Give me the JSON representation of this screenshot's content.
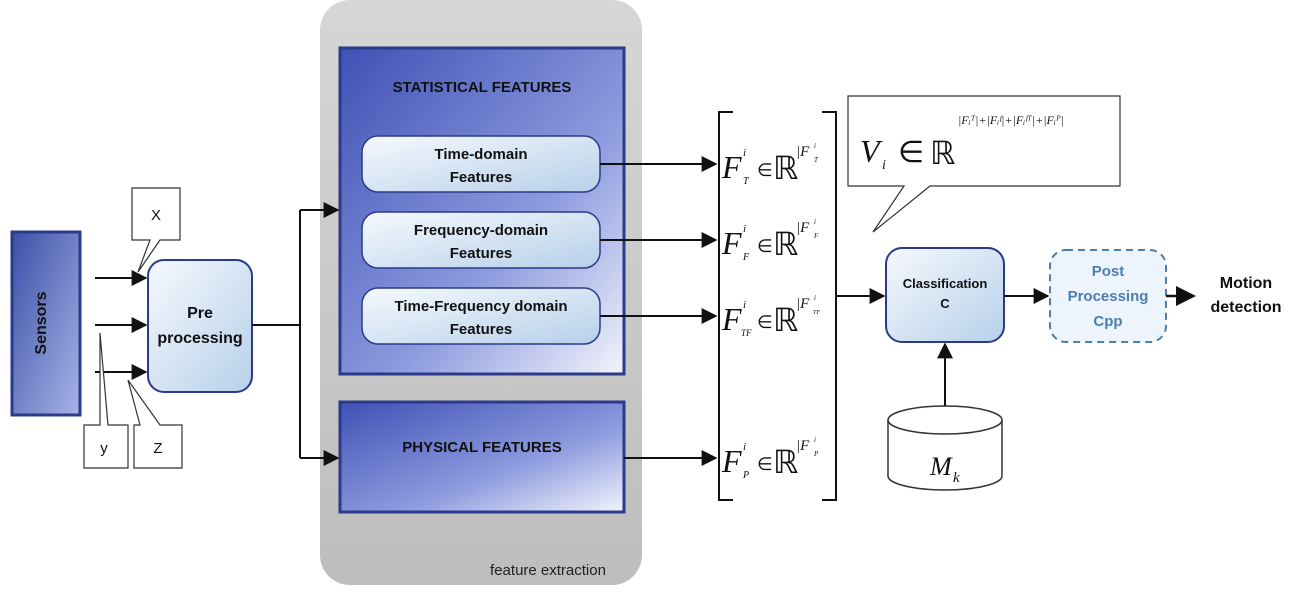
{
  "diagram": {
    "sensors": "Sensors",
    "axes": {
      "x": "X",
      "y": "y",
      "z": "Z"
    },
    "preprocessing": [
      "Pre",
      "processing"
    ],
    "statistical_features": "STATISTICAL FEATURES",
    "time_domain": [
      "Time-domain",
      "Features"
    ],
    "frequency_domain": [
      "Frequency-domain",
      "Features"
    ],
    "time_frequency_domain": [
      "Time-Frequency domain",
      "Features"
    ],
    "physical_features": "PHYSICAL FEATURES",
    "feature_extraction": "feature extraction",
    "vectors": {
      "f_t": {
        "base": "F",
        "sub": "T",
        "sup": "i",
        "in": "∈",
        "set": "ℝ",
        "card": "|F",
        "card_sub": "T",
        "card_sup": "i"
      },
      "f_f": {
        "base": "F",
        "sub": "F",
        "sup": "i",
        "in": "∈",
        "set": "ℝ",
        "card": "|F",
        "card_sub": "F",
        "card_sup": "i"
      },
      "f_tf": {
        "base": "F",
        "sub": "TF",
        "sup": "i",
        "in": "∈",
        "set": "ℝ",
        "card": "|F",
        "card_sub": "TF",
        "card_sup": "i"
      },
      "f_p": {
        "base": "F",
        "sub": "P",
        "sup": "i",
        "in": "∈",
        "set": "ℝ",
        "card": "|F",
        "card_sub": "P",
        "card_sup": "i"
      }
    },
    "callout": {
      "v": "V",
      "v_sub": "i",
      "in": "∈",
      "set": "ℝ",
      "exponent": "|Fᵢᵀ|+|Fᵢᶠ|+|Fᵢᶠᵀ|+|Fᵢᴾ|"
    },
    "classification": [
      "Classification",
      "C"
    ],
    "model": {
      "base": "M",
      "sub": "k"
    },
    "post_processing": [
      "Post",
      "Processing",
      "Cpp"
    ],
    "output": [
      "Motion",
      "detection"
    ]
  }
}
